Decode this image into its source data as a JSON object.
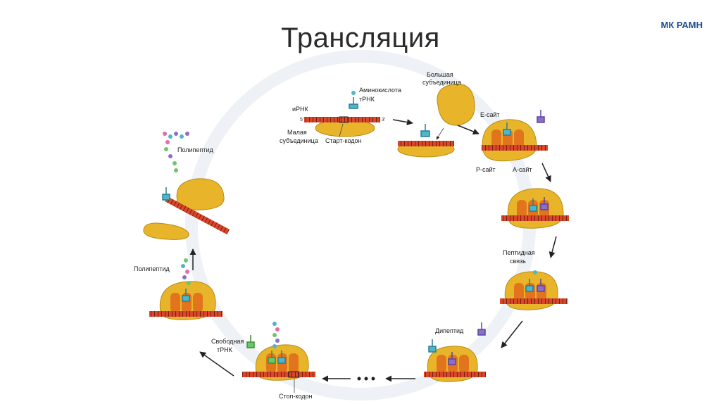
{
  "title": "Трансляция",
  "brand": "МК РАМН",
  "labels": {
    "mrna": "иРНК",
    "amino_acid": "Аминокислота",
    "trna": "тРНК",
    "small_subunit_1": "Малая",
    "small_subunit_2": "субъединица",
    "start_codon": "Старт-кодон",
    "large_subunit_1": "Большая",
    "large_subunit_2": "субъединица",
    "e_site": "Е-сайт",
    "p_site": "Р-сайт",
    "a_site": "А-сайт",
    "peptide_bond_1": "Пептидная",
    "peptide_bond_2": "связь",
    "dipeptide": "Дипептид",
    "stop_codon": "Стоп-кодон",
    "free_trna_1": "Свободная",
    "free_trna_2": "тРНК",
    "polypeptide_bottom": "Полипептид",
    "polypeptide_top": "Полипептид",
    "five_prime": "5'",
    "three_prime": "3'"
  },
  "colors": {
    "subunit": "#e8b52a",
    "subunit_stroke": "#b88a10",
    "mrna": "#d9472b",
    "site": "#e2741d",
    "trna_teal": "#4fb6c9",
    "trna_purple": "#8a6fc8",
    "trna_green": "#6cc66a",
    "arrow": "#222222"
  }
}
